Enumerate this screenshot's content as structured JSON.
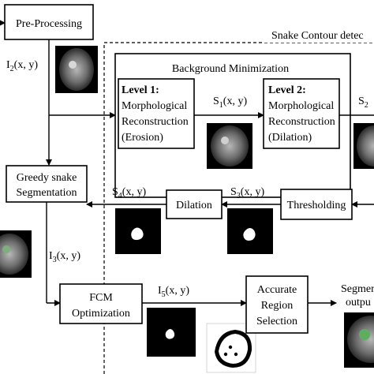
{
  "labels": {
    "preprocessing": "Pre-Processing",
    "i2": "I",
    "i2_sub": "2",
    "i2_args": "(x, y)",
    "snake_region": "Snake Contour detec",
    "bg_title": "Background Minimization",
    "level1_title": "Level 1:",
    "level1_l2": "Morphological",
    "level1_l3": "Reconstruction",
    "level1_l4": "(Erosion)",
    "level2_title": "Level 2:",
    "level2_l2": "Morphological",
    "level2_l3": "Reconstruction",
    "level2_l4": "(Dilation)",
    "s1": "S",
    "s1_sub": "1",
    "s1_args": "(x, y)",
    "s2": "S",
    "s2_sub": "2",
    "s3": "S",
    "s3_sub": "3",
    "s3_args": "(x, y)",
    "s4": "S",
    "s4_sub": "4",
    "s4_args": "(x, y)",
    "thresholding": "Thresholding",
    "dilation": "Dilation",
    "greedy_l1": "Greedy snake",
    "greedy_l2": "Segmentation",
    "i3": "I",
    "i3_sub": "3",
    "i3_args": "(x, y)",
    "fcm_l1": "FCM",
    "fcm_l2": "Optimization",
    "i5": "I",
    "i5_sub": "5",
    "i5_args": "(x, y)",
    "ars_l1": "Accurate",
    "ars_l2": "Region",
    "ars_l3": "Selection",
    "seg_l1": "Segmen",
    "seg_l2": "outpu"
  }
}
